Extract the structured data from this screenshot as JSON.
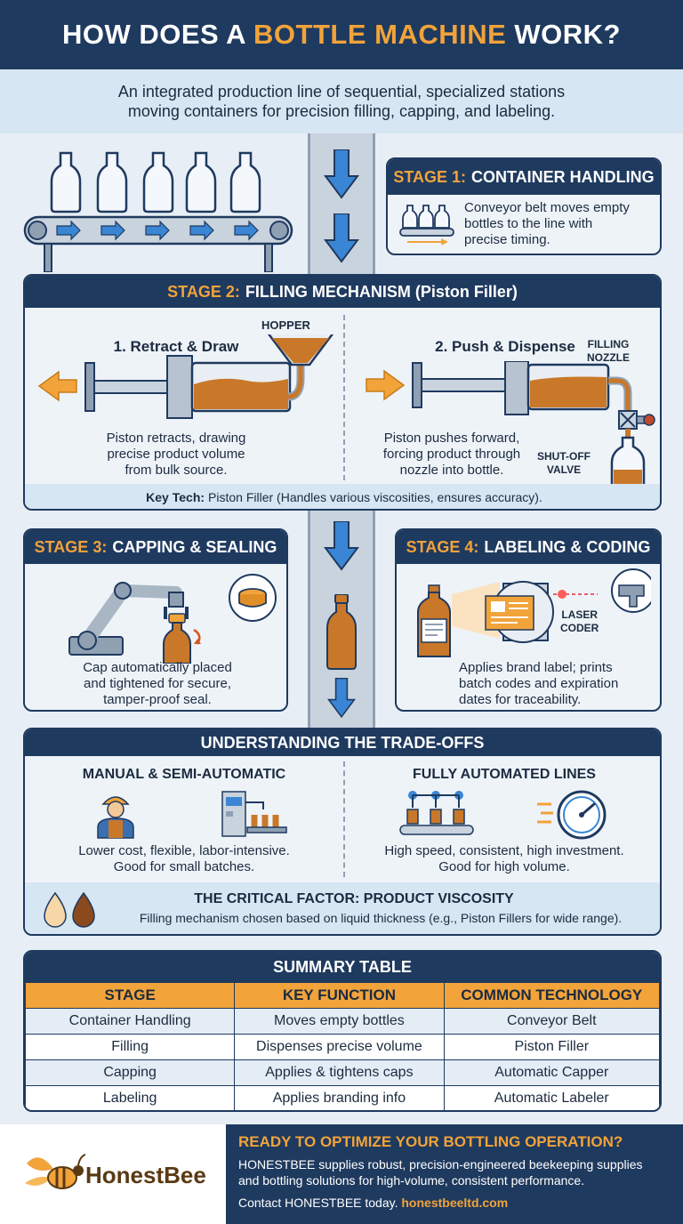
{
  "header": {
    "title_part1": "HOW DOES A ",
    "title_highlight": "BOTTLE MACHINE",
    "title_part2": " WORK?",
    "subtitle_line1": "An integrated production line of sequential, specialized stations",
    "subtitle_line2": "moving containers for precision filling, capping, and labeling."
  },
  "stage1": {
    "label": "STAGE 1:",
    "title": "CONTAINER HANDLING",
    "text_line1": "Conveyor belt moves empty",
    "text_line2": "bottles to the line with",
    "text_line3": "precise timing."
  },
  "stage2": {
    "label": "STAGE 2:",
    "title": "FILLING MECHANISM (Piston Filler)",
    "step1_title": "1. Retract & Draw",
    "step1_line1": "Piston retracts, drawing",
    "step1_line2": "precise product volume",
    "step1_line3": "from bulk source.",
    "hopper_label": "HOPPER",
    "step2_title": "2. Push & Dispense",
    "step2_line1": "Piston pushes forward,",
    "step2_line2": "forcing product through",
    "step2_line3": "nozzle into bottle.",
    "nozzle_label_line1": "FILLING",
    "nozzle_label_line2": "NOZZLE",
    "valve_label_line1": "SHUT-OFF",
    "valve_label_line2": "VALVE",
    "keytech_label": "Key Tech:",
    "keytech_text": "Piston Filler (Handles various viscosities, ensures accuracy)."
  },
  "stage3": {
    "label": "STAGE 3:",
    "title": "CAPPING & SEALING",
    "text_line1": "Cap automatically placed",
    "text_line2": "and tightened for secure,",
    "text_line3": "tamper-proof seal."
  },
  "stage4": {
    "label": "STAGE 4:",
    "title": "LABELING & CODING",
    "laser_line1": "LASER",
    "laser_line2": "CODER",
    "text_line1": "Applies brand label; prints",
    "text_line2": "batch codes and expiration",
    "text_line3": "dates for traceability."
  },
  "tradeoffs": {
    "title": "UNDERSTANDING THE TRADE-OFFS",
    "manual_title": "MANUAL & SEMI-AUTOMATIC",
    "manual_line1": "Lower cost, flexible, labor-intensive.",
    "manual_line2": "Good for small batches.",
    "auto_title": "FULLY AUTOMATED LINES",
    "auto_line1": "High speed, consistent, high investment.",
    "auto_line2": "Good for high volume.",
    "critical_title": "THE CRITICAL FACTOR: PRODUCT VISCOSITY",
    "critical_text": "Filling mechanism chosen based on liquid thickness (e.g., Piston Fillers for wide range)."
  },
  "summary": {
    "title": "SUMMARY TABLE",
    "headers": [
      "STAGE",
      "KEY FUNCTION",
      "COMMON TECHNOLOGY"
    ],
    "rows": [
      [
        "Container Handling",
        "Moves empty bottles",
        "Conveyor Belt"
      ],
      [
        "Filling",
        "Dispenses precise volume",
        "Piston Filler"
      ],
      [
        "Capping",
        "Applies & tightens caps",
        "Automatic Capper"
      ],
      [
        "Labeling",
        "Applies branding info",
        "Automatic Labeler"
      ]
    ]
  },
  "footer": {
    "brand": "HonestBee",
    "cta_title": "READY TO OPTIMIZE YOUR BOTTLING OPERATION?",
    "cta_line1": "HONESTBEE supplies robust, precision-engineered beekeeping supplies",
    "cta_line2": "and bottling solutions for high-volume, consistent performance.",
    "contact_text": "Contact HONESTBEE today.",
    "contact_link": "honestbeeltd.com"
  },
  "colors": {
    "navy": "#1f3a5f",
    "orange": "#f2a33a",
    "amber_liquid": "#c9782a",
    "arrow_blue": "#3a86d4",
    "panel_bg": "#eef3f8"
  }
}
